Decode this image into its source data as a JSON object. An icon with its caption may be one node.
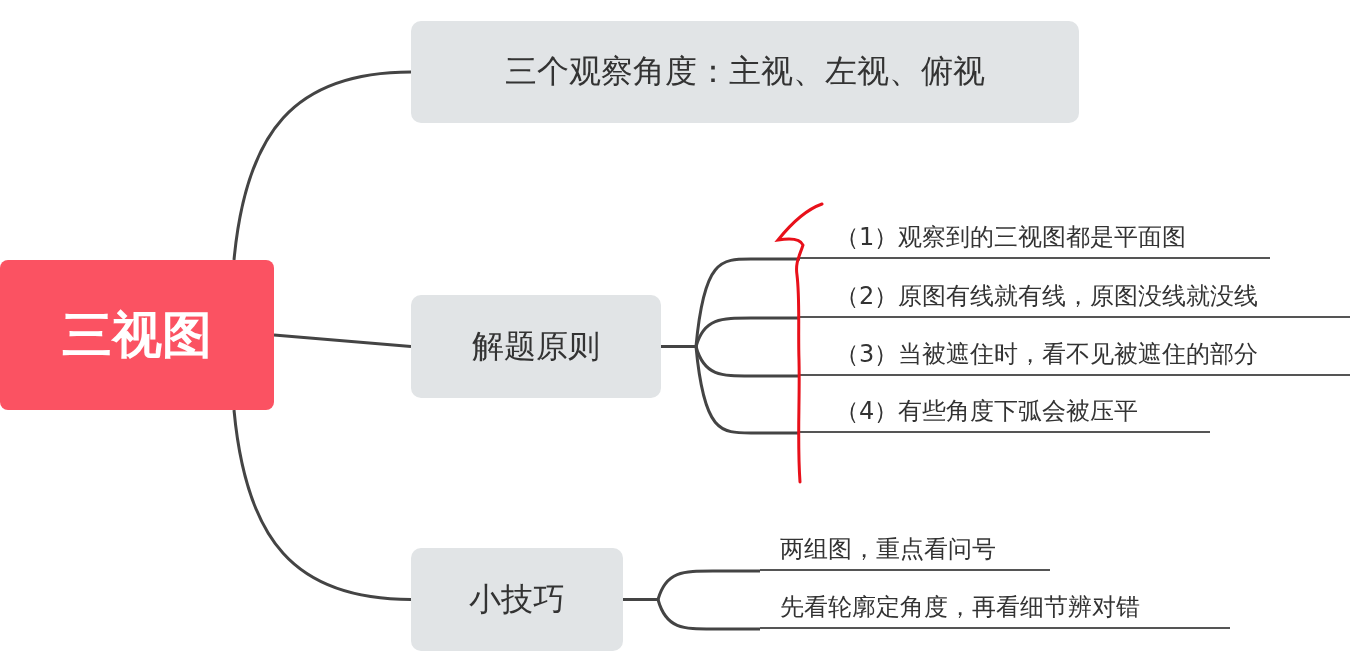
{
  "diagram": {
    "nodes": [
      {
        "text": [
          "三视图"
        ]
      },
      {
        "text": [
          "三个观察角度：主视、左视、俯视"
        ]
      },
      {
        "text": [
          "解题原则"
        ]
      },
      {
        "text": [
          "（1）观察到的三视图都是平面图"
        ]
      },
      {
        "text": [
          "（2）原图有线就有线，原图没线就没线"
        ]
      },
      {
        "text": [
          "（3）当被遮住时，看不见被遮住的部分"
        ]
      },
      {
        "text": [
          "（4）有些角度下弧会被压平"
        ]
      },
      {
        "text": [
          "小技巧"
        ]
      },
      {
        "text": [
          "两组图，重点看问号"
        ]
      },
      {
        "text": [
          "先看轮廓定角度，再看细节辨对错"
        ]
      }
    ],
    "edges": [
      {
        "from": 0,
        "to": 1,
        "arrow": "none"
      },
      {
        "from": 0,
        "to": 2,
        "arrow": "none"
      },
      {
        "from": 0,
        "to": 7,
        "arrow": "none"
      },
      {
        "from": 2,
        "to": 3,
        "arrow": "none"
      },
      {
        "from": 2,
        "to": 4,
        "arrow": "none"
      },
      {
        "from": 2,
        "to": 5,
        "arrow": "none"
      },
      {
        "from": 2,
        "to": 6,
        "arrow": "none"
      },
      {
        "from": 7,
        "to": 8,
        "arrow": "none"
      },
      {
        "from": 7,
        "to": 9,
        "arrow": "none"
      }
    ]
  }
}
